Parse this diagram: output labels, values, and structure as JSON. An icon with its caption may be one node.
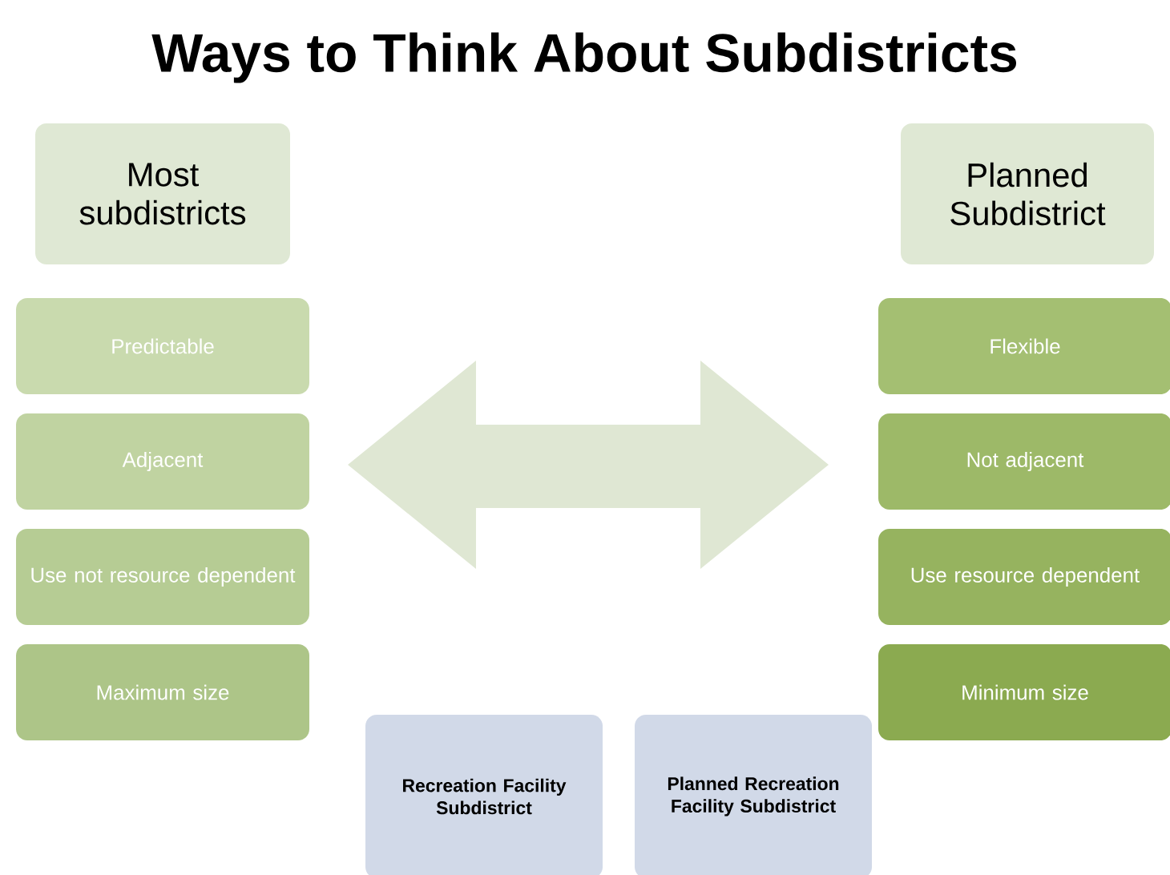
{
  "diagram": {
    "title": "Ways to Think About Subdistricts",
    "nodes": [
      {
        "text": [
          "Most subdistricts"
        ]
      },
      {
        "text": [
          "Predictable"
        ]
      },
      {
        "text": [
          "Adjacent"
        ]
      },
      {
        "text": [
          "Use not resource dependent"
        ]
      },
      {
        "text": [
          "Maximum size"
        ]
      },
      {
        "text": [
          "Planned Subdistrict"
        ]
      },
      {
        "text": [
          "Flexible"
        ]
      },
      {
        "text": [
          "Not adjacent"
        ]
      },
      {
        "text": [
          "Use resource dependent"
        ]
      },
      {
        "text": [
          "Minimum size"
        ]
      },
      {
        "text": [
          "Recreation Facility Subdistrict"
        ]
      },
      {
        "text": [
          "Planned Recreation Facility Subdistrict"
        ]
      }
    ]
  }
}
